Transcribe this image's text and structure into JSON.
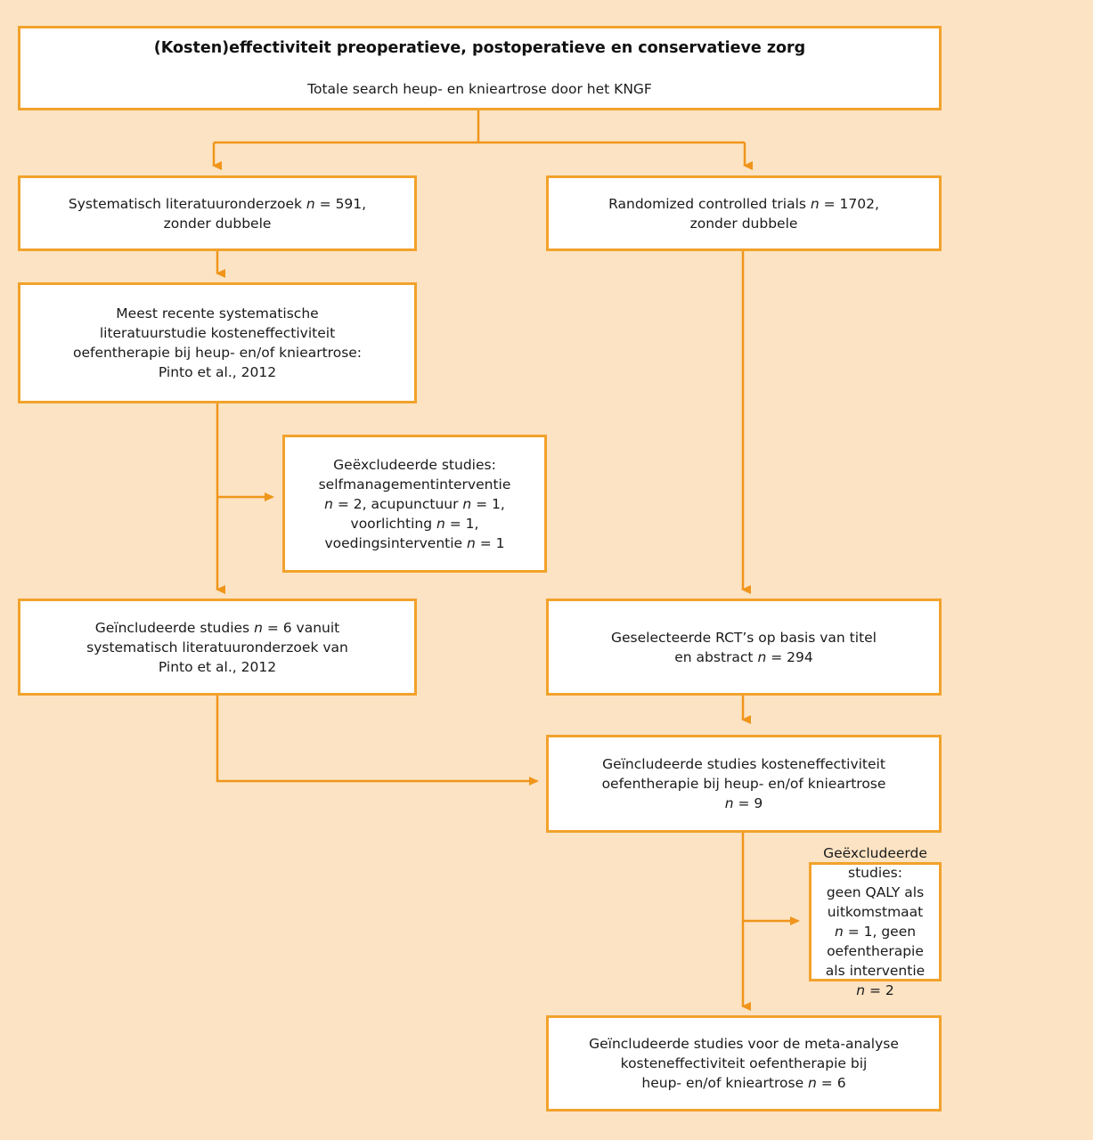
{
  "diagram": {
    "type": "flowchart",
    "title": "(Kosten)effectiviteit preoperatieve, postoperatieve en conservatieve zorg",
    "subtitle": "Totale search heup- en knieartrose door het KNGF",
    "colors": {
      "background": "#FCE3C3",
      "box_fill": "#FFFFFF",
      "border": "#F2A22C",
      "connector": "#F0951B",
      "text": "#1A1A1A"
    },
    "nodes": [
      {
        "id": "title",
        "name": "title-box",
        "line_main": "(Kosten)effectiviteit preoperatieve, postoperatieve en conservatieve zorg",
        "line_sub": "Totale search heup- en knieartrose door het KNGF"
      },
      {
        "id": "sysreview",
        "name": "systematic-literature-search-box",
        "text": "Systematisch literatuuronderzoek n = 591,\nzonder dubbele"
      },
      {
        "id": "rct",
        "name": "randomized-controlled-trials-box",
        "text": "Randomized controlled trials n = 1702,\nzonder dubbele"
      },
      {
        "id": "pinto",
        "name": "most-recent-systematic-review-box",
        "text": "Meest recente systematische\nliteratuurstudie kosteneffectiviteit\noefentherapie bij heup- en/of knieartrose:\nPinto et al., 2012"
      },
      {
        "id": "excluded1",
        "name": "excluded-studies-left-box",
        "text": "Geëxcludeerde studies:\nselfmanagementinterventie\nn = 2, acupunctuur n = 1,\nvoorlichting n = 1,\nvoedingsinterventie n = 1"
      },
      {
        "id": "included6",
        "name": "included-studies-from-review-box",
        "text": "Geïncludeerde studies n = 6 vanuit\nsystematisch literatuuronderzoek van\nPinto et al., 2012"
      },
      {
        "id": "selectedrct",
        "name": "selected-rcts-box",
        "text": "Geselecteerde RCT’s op basis van titel\nen abstract n = 294"
      },
      {
        "id": "included9",
        "name": "included-studies-cost-effectiveness-box",
        "text": "Geïncludeerde studies kosteneffectiviteit\noefentherapie bij heup- en/of knieartrose\nn = 9"
      },
      {
        "id": "excluded2",
        "name": "excluded-studies-right-box",
        "text": "Geëxcludeerde studies:\ngeen QALY als uitkomstmaat\nn = 1, geen oefentherapie\nals interventie n = 2"
      },
      {
        "id": "final6",
        "name": "included-studies-meta-analysis-box",
        "text": "Geïncludeerde studies voor de meta-analyse\nkosteneffectiviteit oefentherapie bij\nheup- en/of knieartrose n = 6"
      }
    ],
    "edges": [
      {
        "name": "edge-title-to-systematic-review",
        "from": "title",
        "to": "sysreview",
        "arrow": "down"
      },
      {
        "name": "edge-title-to-rct",
        "from": "title",
        "to": "rct",
        "arrow": "down"
      },
      {
        "name": "edge-systematic-review-to-pinto",
        "from": "sysreview",
        "to": "pinto",
        "arrow": "down"
      },
      {
        "name": "edge-pinto-to-excluded-left",
        "from": "pinto",
        "to": "excluded1",
        "arrow": "right"
      },
      {
        "name": "edge-pinto-to-included6",
        "from": "pinto",
        "to": "included6",
        "arrow": "down"
      },
      {
        "name": "edge-included6-to-included9",
        "from": "included6",
        "to": "included9",
        "arrow": "right"
      },
      {
        "name": "edge-rct-to-selected-rcts",
        "from": "rct",
        "to": "selectedrct",
        "arrow": "down"
      },
      {
        "name": "edge-selected-rcts-to-included9",
        "from": "selectedrct",
        "to": "included9",
        "arrow": "down"
      },
      {
        "name": "edge-included9-to-excluded-right",
        "from": "included9",
        "to": "excluded2",
        "arrow": "right"
      },
      {
        "name": "edge-included9-to-final6",
        "from": "included9",
        "to": "final6",
        "arrow": "down"
      }
    ]
  }
}
